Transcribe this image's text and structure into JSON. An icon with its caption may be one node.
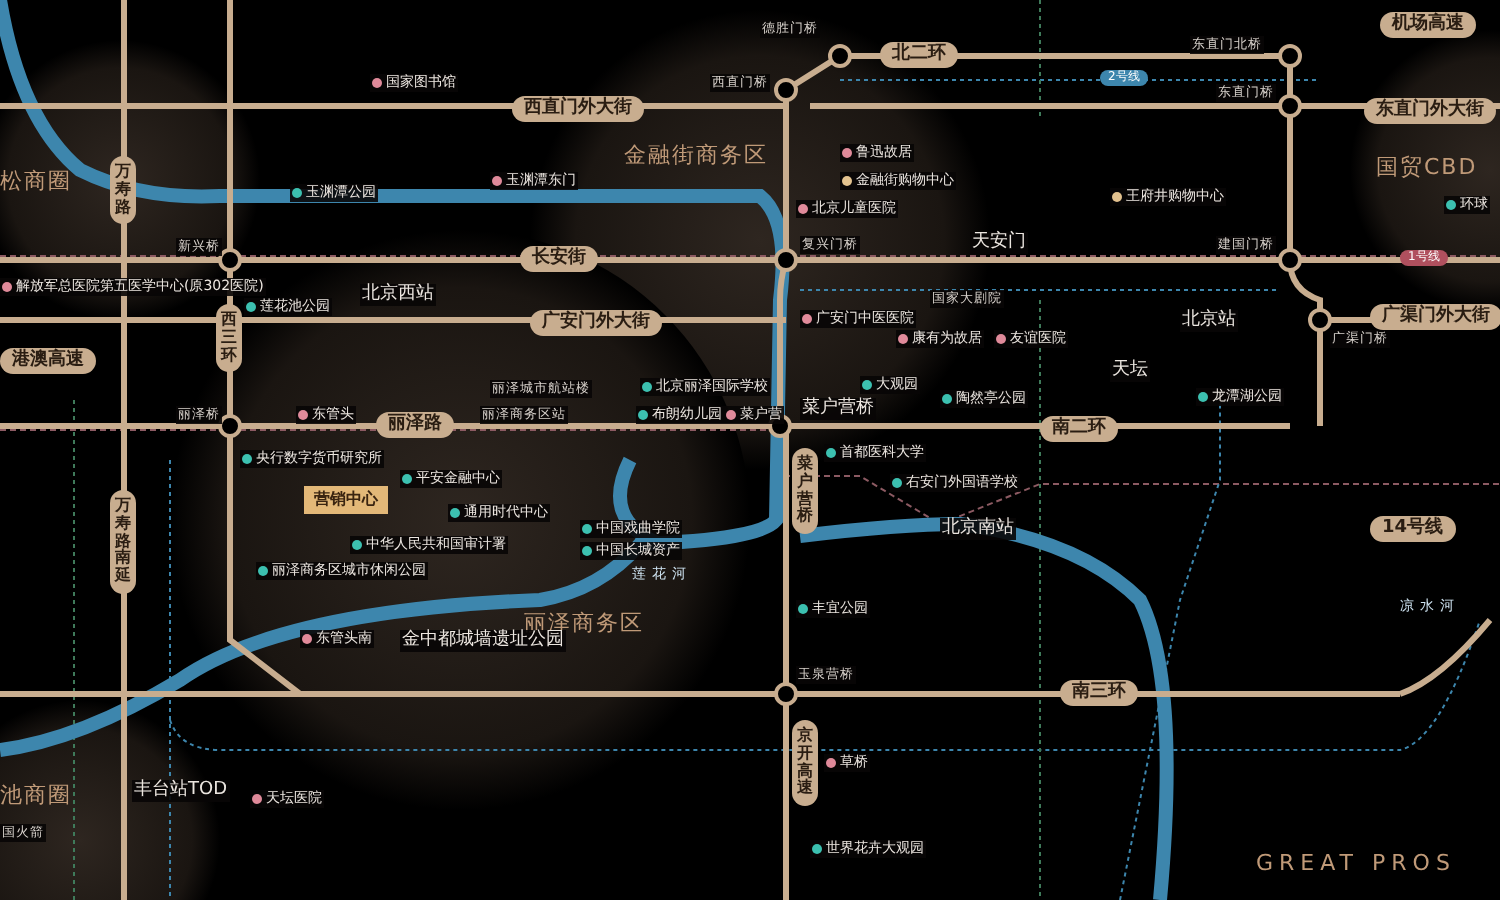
{
  "diagram": {
    "labels": [
      "德胜门桥",
      "北二环",
      "东直门北桥",
      "机场高速",
      "国家图书馆",
      "西直门外大街",
      "西直门桥",
      "2号线",
      "东直门桥",
      "东直门外大街",
      "松商圈",
      "万寿路",
      "玉渊潭公园",
      "玉渊潭东门",
      "金融街商务区",
      "北京儿童医院",
      "鲁迅故居",
      "金融街购物中心",
      "王府井购物中心",
      "国贸CBD",
      "环球",
      "新兴桥",
      "长安街",
      "复兴门桥",
      "天安门",
      "建国门桥",
      "1号线",
      "解放军总医院第五医学中心(原302医院)",
      "西三环",
      "莲花池公园",
      "北京西站",
      "广安门外大街",
      "广安门中医医院",
      "国家大剧院",
      "北京站",
      "广渠门桥",
      "广渠门外大街",
      "港澳高速",
      "康有为故居",
      "友谊医院",
      "天坛",
      "丽泽城市航站楼",
      "北京丽泽国际学校",
      "菜户营桥",
      "大观园",
      "陶然亭公园",
      "龙潭湖公园",
      "丽泽桥",
      "东管头",
      "丽泽路",
      "丽泽商务区站",
      "布朗幼儿园",
      "菜户营",
      "南二环",
      "央行数字货币研究所",
      "平安金融中心",
      "菜户营桥",
      "首都医科大学",
      "右安门外国语学校",
      "万寿路南延",
      "营销中心",
      "通用时代中心",
      "北京南站",
      "14号线",
      "丽泽商务区城市休闲公园",
      "中华人民共和国审计署",
      "中国戏曲学院",
      "中国长城资产",
      "莲花河",
      "丽泽商务区",
      "丰宜公园",
      "凉水河",
      "东管头南",
      "金中都城墙遗址公园",
      "玉泉营桥",
      "南三环",
      "京开高速",
      "草桥",
      "池商圈",
      "丰台站TOD",
      "天坛医院",
      "国火箭",
      "世界花卉大观园",
      "GREAT PROS"
    ]
  }
}
